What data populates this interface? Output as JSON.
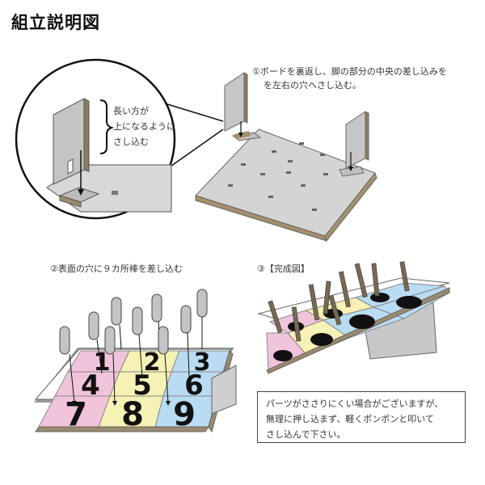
{
  "title": "組立説明図",
  "step1": {
    "line1": "①ボードを裏返し、脚の部分の中央の差し込みを",
    "line2": "を左右の穴へさし込む。"
  },
  "zoom_note": {
    "line1": "長い方が",
    "line2": "上になるように",
    "line3": "さし込む"
  },
  "step2": {
    "label": "②表面の穴に９カ所棒を差し込む"
  },
  "step3": {
    "label": "③【完成図】"
  },
  "note": {
    "line1": "パーツがささりにくい場合がございますが、",
    "line2": "無理に押し込まず、軽くポンポンと叩いて",
    "line3": "さし込んで下さい。"
  },
  "board_numbers": [
    "1",
    "2",
    "3",
    "4",
    "5",
    "6",
    "7",
    "8",
    "9"
  ],
  "colors": {
    "pink": "#f2c4dc",
    "yellow": "#f6f1b4",
    "blue": "#b9dcf2",
    "board_gray": "#d6d6d6"
  }
}
